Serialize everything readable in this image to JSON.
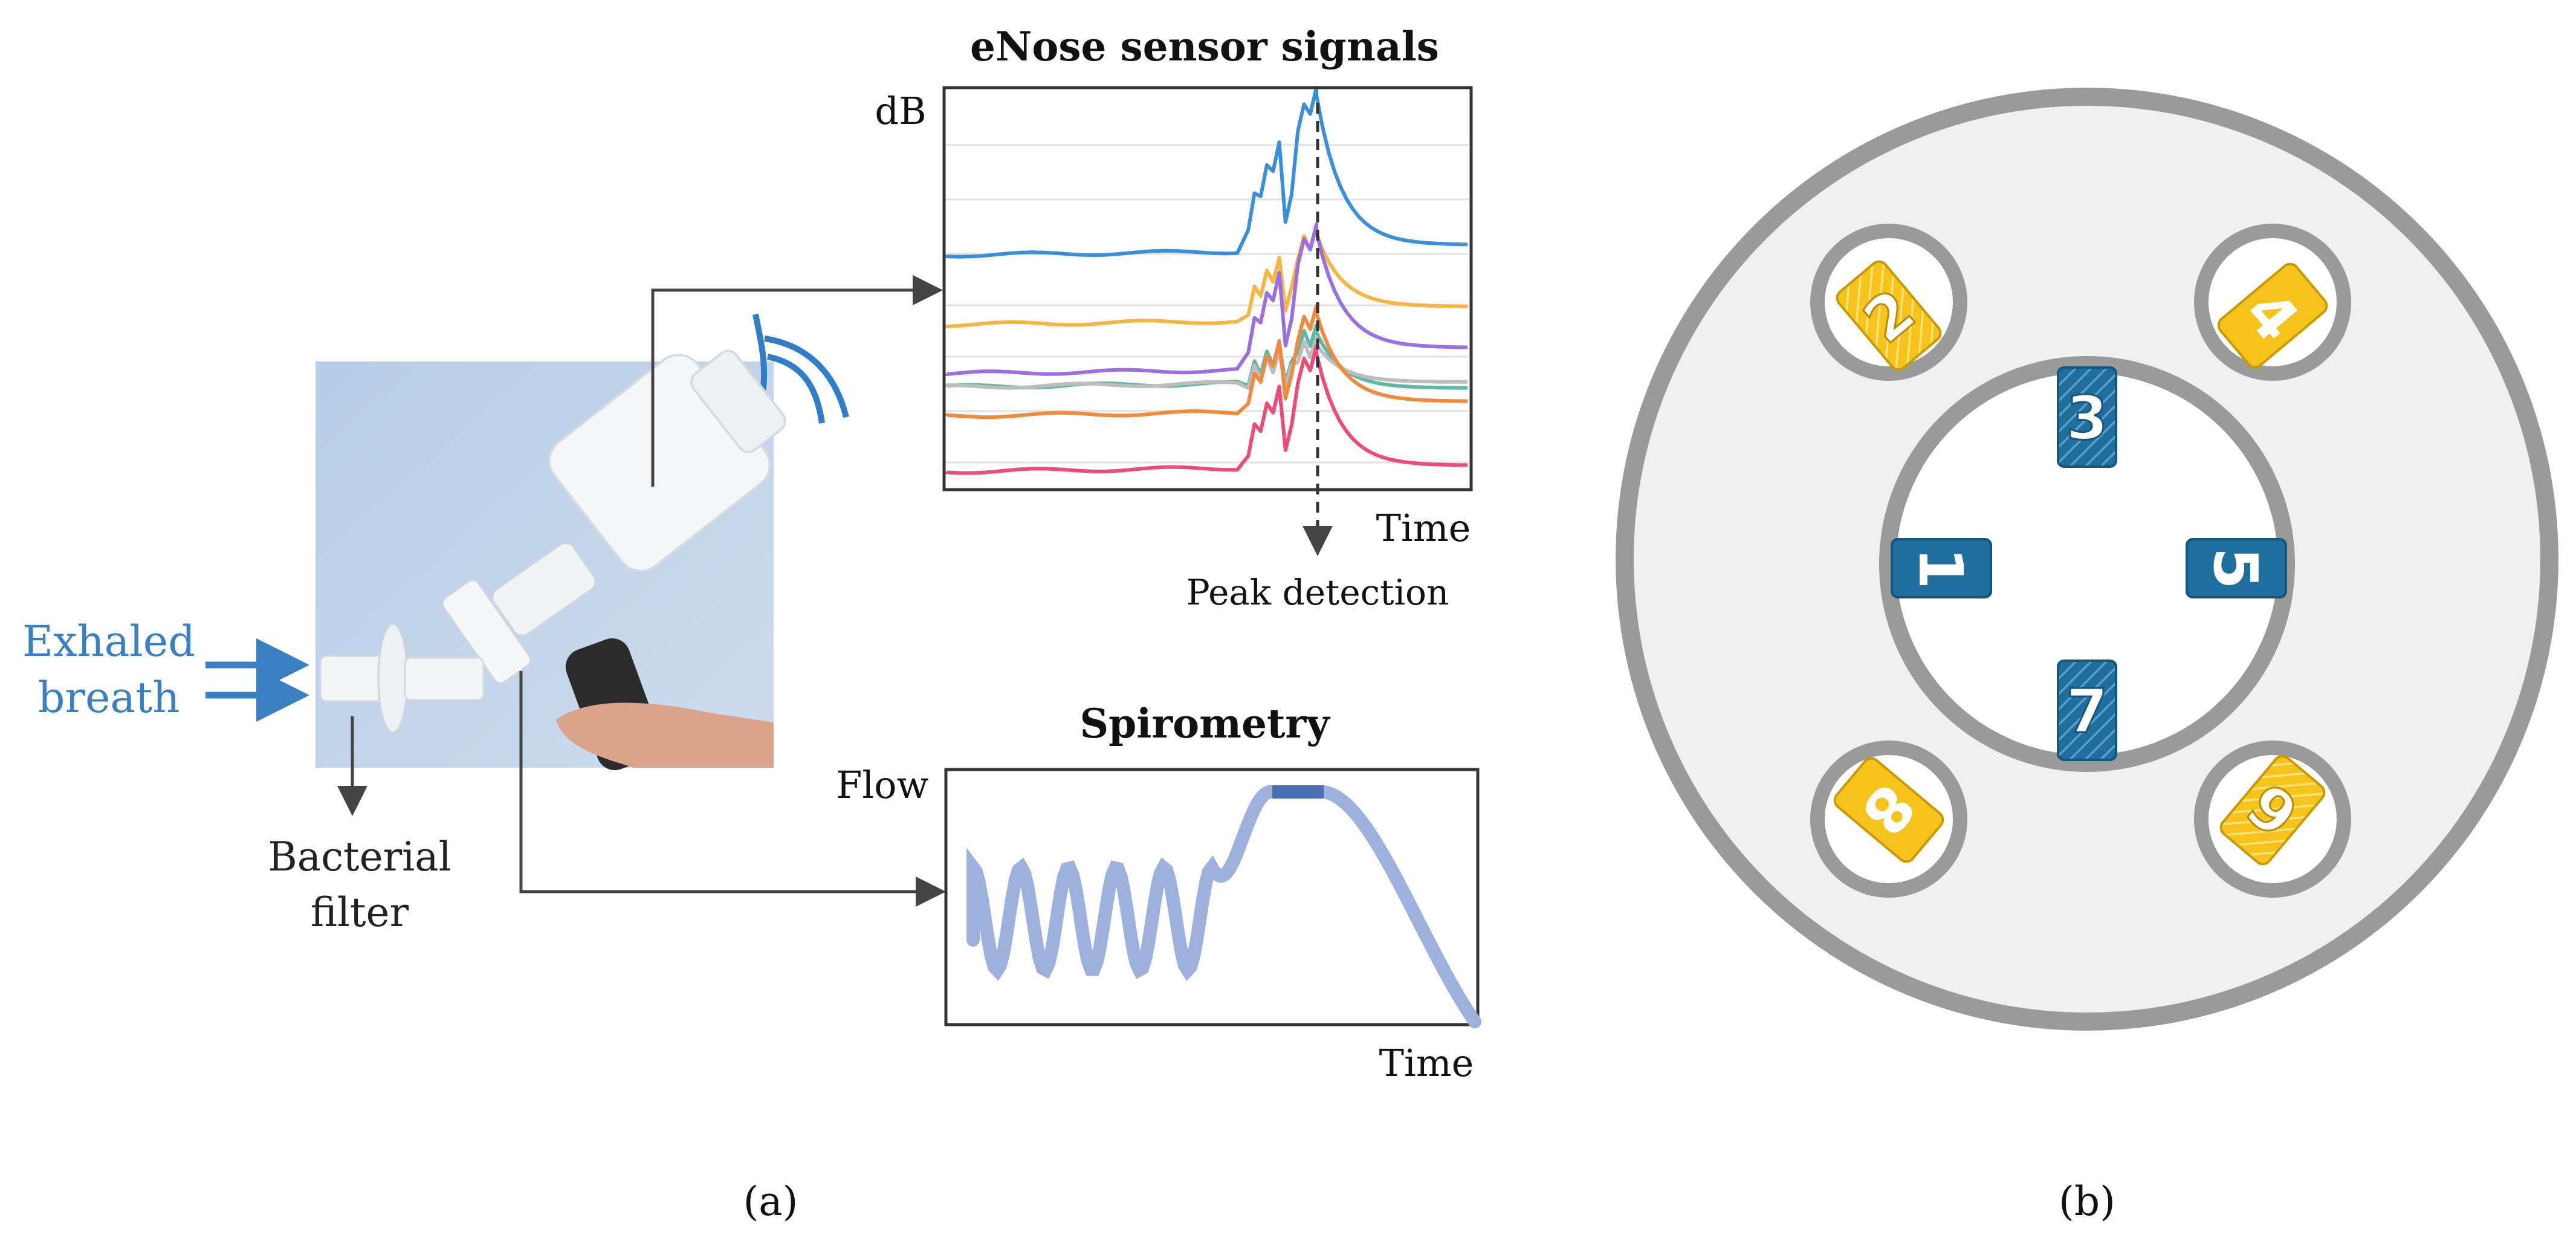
{
  "panel_a": {
    "label": "(a)",
    "inlet_label_line1": "Exhaled",
    "inlet_label_line2": "breath",
    "filter_label_line1": "Bacterial",
    "filter_label_line2": "filter",
    "enose_chart": {
      "title": "eNose sensor signals",
      "ylabel": "dB",
      "xlabel": "Time",
      "peak_label": "Peak detection",
      "trace_colors": [
        "#3a8fd8",
        "#f5b544",
        "#9b6fe0",
        "#5fb7a8",
        "#bdbdbd",
        "#f08a3c",
        "#ec4d78"
      ]
    },
    "spirometry_chart": {
      "title": "Spirometry",
      "ylabel": "Flow",
      "xlabel": "Time",
      "curve_color": "#9db1dc",
      "peak_color": "#4a6fb0"
    }
  },
  "panel_b": {
    "label": "(b)",
    "sensors_inner": [
      {
        "number": "3",
        "color": "#1f6e9e",
        "pattern": "hatched"
      },
      {
        "number": "1",
        "color": "#1f6e9e",
        "pattern": "solid"
      },
      {
        "number": "5",
        "color": "#1f6e9e",
        "pattern": "solid"
      },
      {
        "number": "7",
        "color": "#1f6e9e",
        "pattern": "hatched"
      }
    ],
    "sensors_outer": [
      {
        "number": "2",
        "color": "#f6c21c",
        "pattern": "hatched"
      },
      {
        "number": "4",
        "color": "#f6c21c",
        "pattern": "solid"
      },
      {
        "number": "8",
        "color": "#f6c21c",
        "pattern": "solid"
      },
      {
        "number": "6",
        "color": "#f6c21c",
        "pattern": "hatched"
      }
    ]
  }
}
